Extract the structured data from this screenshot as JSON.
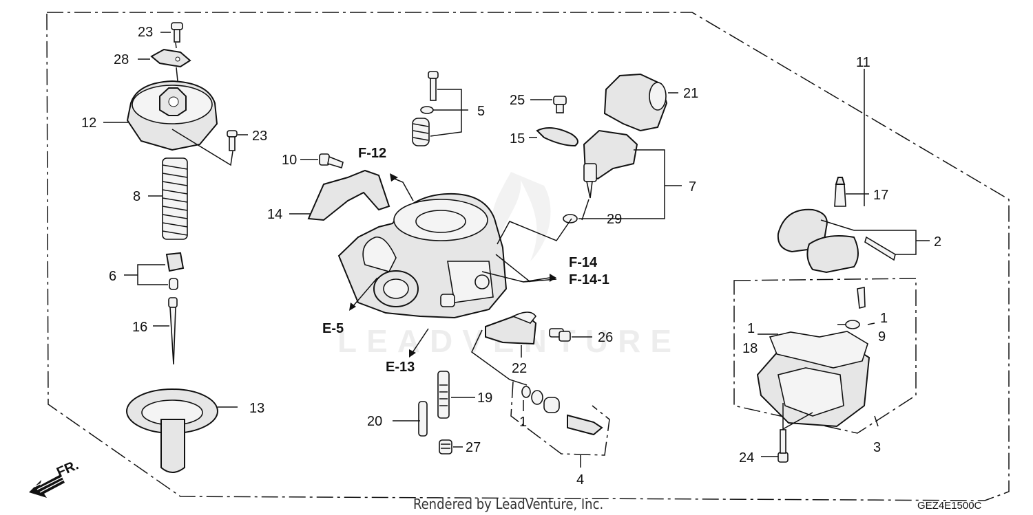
{
  "callouts": {
    "c1": "1",
    "c1b": "1",
    "c1c": "1",
    "c2": "2",
    "c3": "3",
    "c4": "4",
    "c5": "5",
    "c6": "6",
    "c7": "7",
    "c8": "8",
    "c9": "9",
    "c10": "10",
    "c11": "11",
    "c12": "12",
    "c13": "13",
    "c14": "14",
    "c15": "15",
    "c16": "16",
    "c17": "17",
    "c18": "18",
    "c19": "19",
    "c20": "20",
    "c21": "21",
    "c22": "22",
    "c23a": "23",
    "c23b": "23",
    "c24": "24",
    "c25": "25",
    "c26": "26",
    "c27": "27",
    "c28": "28",
    "c29": "29"
  },
  "references": {
    "f12": "F-12",
    "f14": "F-14",
    "f14_1": "F-14-1",
    "e5": "E-5",
    "e13": "E-13"
  },
  "direction_label": "FR.",
  "watermark": "LEADVENTURE",
  "footer": {
    "rendered_by": "Rendered by LeadVenture, Inc.",
    "diagram_code": "GEZ4E1500C"
  }
}
